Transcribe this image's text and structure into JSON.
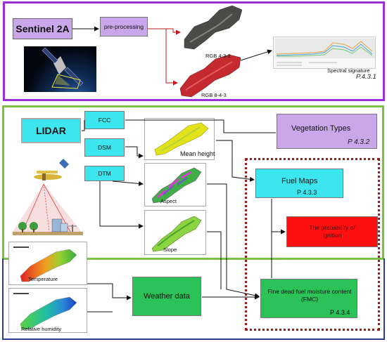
{
  "sections": {
    "s2": {
      "title": "Sentinel 2A",
      "preprocessing": "pre-processing",
      "rgb432": "RGB 4-3-2",
      "rgb843": "RGB 8-4-3",
      "spectral": "Spectral signature",
      "ref": "P.4.3.1"
    },
    "lidar": {
      "title": "LIDAR",
      "fcc": "FCC",
      "dsm": "DSM",
      "dtm": "DTM",
      "mean_height": "Mean height",
      "aspect": "Aspect",
      "slope": "Slope",
      "vegetation": "Vegetation Types",
      "veg_ref": "P 4.3.2",
      "fuel": "Fuel Maps",
      "fuel_ref": "P 4.3.3",
      "probability": "The probability of ignition"
    },
    "weather": {
      "temperature": "Temperature",
      "humidity": "Relative humidity",
      "weather_data": "Weather data",
      "fmc": "Fine dead fuel moisture content (FMC)",
      "fmc_ref": "P 4.3.4"
    }
  },
  "colors": {
    "purple_frame": "#9b30d9",
    "green_frame": "#7ac143",
    "blue_frame": "#2e3d8f",
    "dotted": "#9e1b1b",
    "lavender": "#c9a7e8",
    "cyan": "#3de6ee",
    "green_box": "#2bc25a",
    "red_box": "#ff1010"
  }
}
